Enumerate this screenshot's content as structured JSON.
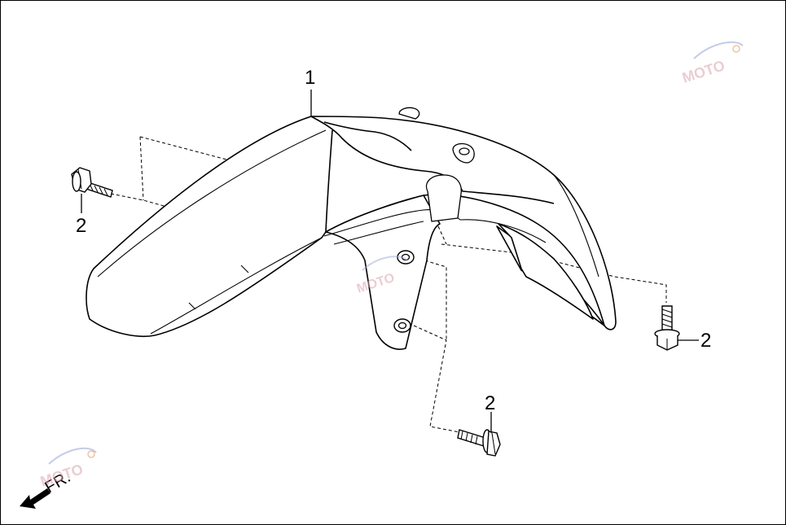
{
  "callouts": {
    "fender": "1",
    "bolt_left": "2",
    "bolt_right": "2",
    "bolt_bottom": "2"
  },
  "direction": {
    "label": "FR."
  },
  "watermark": {
    "brand": "MOTO",
    "icon": "moto-logo-icon"
  },
  "colors": {
    "line": "#000000",
    "watermark": "#d9a5b0"
  }
}
